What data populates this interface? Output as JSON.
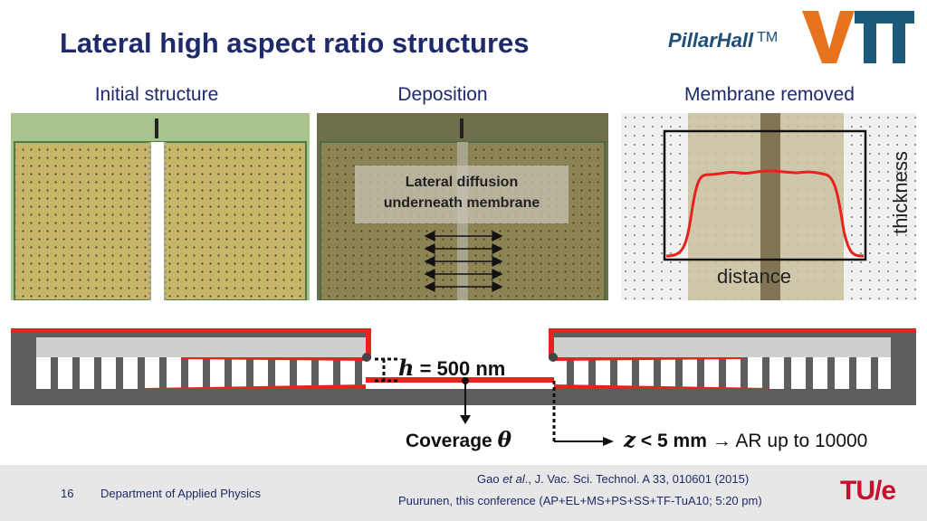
{
  "slide": {
    "title": "Lateral high aspect ratio structures",
    "brand_text": "PillarHall",
    "brand_trademark": "TM",
    "logo_vtt": "VTT"
  },
  "panels": [
    {
      "caption": "Initial structure"
    },
    {
      "caption": "Deposition",
      "overlay_line1": "Lateral diffusion",
      "overlay_line2": "underneath membrane"
    },
    {
      "caption": "Membrane removed",
      "x_label": "distance",
      "y_label": "thickness"
    }
  ],
  "diagram": {
    "h_symbol": "h",
    "h_value": "= 500 nm",
    "coverage_text": "Coverage",
    "coverage_symbol": "θ",
    "z_symbol": "z",
    "z_value": "< 5 mm",
    "z_arrow": "→",
    "ar_text": "AR up to 10000"
  },
  "footer": {
    "page_number": "16",
    "department": "Department of Applied Physics",
    "ref1_a": "Gao ",
    "ref1_italic": "et al",
    "ref1_b": "., J. Vac. Sci. Technol. A 33, 010601 (2015)",
    "ref2": "Puurunen, this conference (AP+EL+MS+PS+SS+TF-TuA10; 5:20 pm)",
    "logo_tue": "TU/e"
  },
  "colors": {
    "title": "#1f2a6b",
    "vtt_orange": "#e8731e",
    "vtt_blue": "#1b5a7a",
    "red": "#e8231f",
    "tue_red": "#c8102e"
  },
  "icons": [
    "pillarhall-logo",
    "vtt-logo",
    "tue-logo",
    "arrow-down-icon",
    "arrow-right-icon"
  ]
}
